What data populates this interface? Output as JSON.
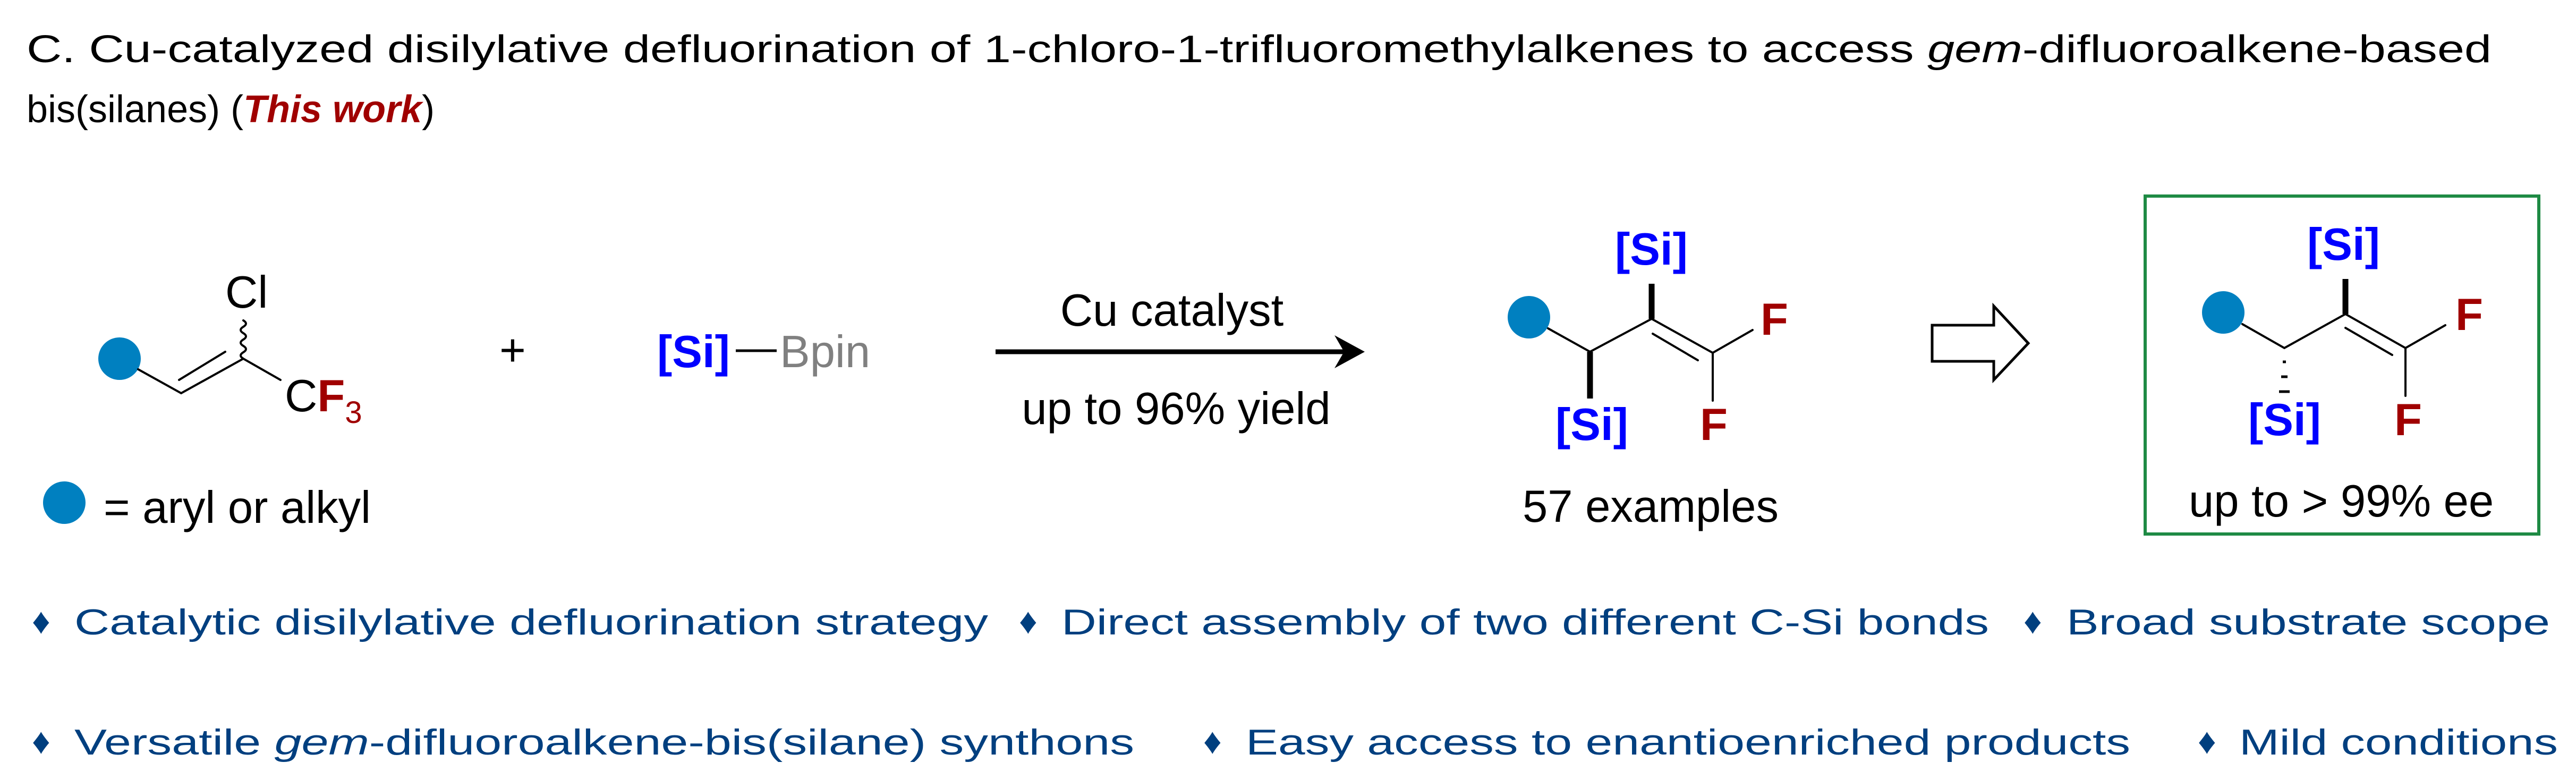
{
  "title": {
    "line1_prefix": "C. Cu-catalyzed disilylative defluorination of 1-chloro-1-trifluoromethylalkenes to access ",
    "line1_italic": "gem",
    "line1_suffix": "-difluoroalkene-based",
    "line2_prefix": "bis(silanes) (",
    "line2_highlight": "This work",
    "line2_suffix": ")"
  },
  "scheme": {
    "reactant": {
      "cl": "Cl",
      "c": "C",
      "f": "F",
      "sub": "3"
    },
    "plus": "+",
    "reagent": {
      "si": "[Si]",
      "bpin": "Bpin"
    },
    "arrow": {
      "above": "Cu catalyst",
      "below": "up to 96% yield"
    },
    "legend": "= aryl or alkyl",
    "product": {
      "si_top": "[Si]",
      "si_bottom": "[Si]",
      "f_top": "F",
      "f_bottom": "F",
      "caption": "57 examples"
    },
    "chiral_product": {
      "si_top": "[Si]",
      "si_bottom": "[Si]",
      "f_top": "F",
      "f_bottom": "F",
      "caption": "up to > 99% ee"
    }
  },
  "features": {
    "bullet": "♦",
    "row1": [
      "Catalytic disilylative defluorination strategy",
      "Direct assembly of two different C-Si bonds",
      "Broad substrate scope"
    ],
    "row2_item1_prefix": "Versatile ",
    "row2_item1_italic": "gem",
    "row2_item1_suffix": "-difluoroalkene-bis(silane) synthons",
    "row2": [
      "Easy access to enantioenriched products",
      "Mild conditions"
    ]
  },
  "colors": {
    "substituent_dot": "#0080c0",
    "silicon": "#0000ff",
    "fluorine": "#a00000",
    "highlight": "#a00000",
    "features": "#003f7f",
    "box_border": "#1e8a44",
    "bpin": "#808080"
  }
}
